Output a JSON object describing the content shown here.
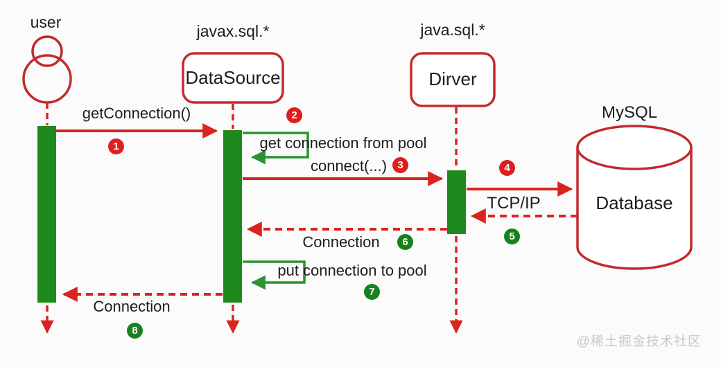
{
  "participants": {
    "user": {
      "label": "user"
    },
    "datasource": {
      "package": "javax.sql.*",
      "name": "DataSource"
    },
    "driver": {
      "package": "java.sql.*",
      "name": "Dirver"
    },
    "database": {
      "system": "MySQL",
      "name": "Database"
    }
  },
  "messages": [
    {
      "step": "1",
      "label": "getConnection()",
      "badge_color": "red",
      "style": "solid-arrow"
    },
    {
      "step": "2",
      "label": "get connection from pool",
      "badge_color": "red",
      "style": "self-loop"
    },
    {
      "step": "3",
      "label": "connect(...)",
      "badge_color": "red",
      "style": "solid-arrow"
    },
    {
      "step": "4",
      "label": "TCP/IP",
      "badge_color": "red",
      "style": "solid-arrow"
    },
    {
      "step": "5",
      "label": "",
      "badge_color": "green",
      "style": "dashed-return"
    },
    {
      "step": "6",
      "label": "Connection",
      "badge_color": "green",
      "style": "dashed-return"
    },
    {
      "step": "7",
      "label": "put connection to pool",
      "badge_color": "green",
      "style": "self-loop"
    },
    {
      "step": "8",
      "label": "Connection",
      "badge_color": "green",
      "style": "dashed-return"
    }
  ],
  "watermark": "@稀土掘金技术社区",
  "colors": {
    "arrow_red": "#d9241f",
    "outline_red": "#c22a2e",
    "activation_green": "#1e8a1e",
    "loop_green": "#2a9431",
    "badge_red": "#dd1f1f",
    "badge_green": "#17821d",
    "text": "#1c1c1c",
    "watermark": "#c9c9c9",
    "background": "#fbfbfb"
  }
}
